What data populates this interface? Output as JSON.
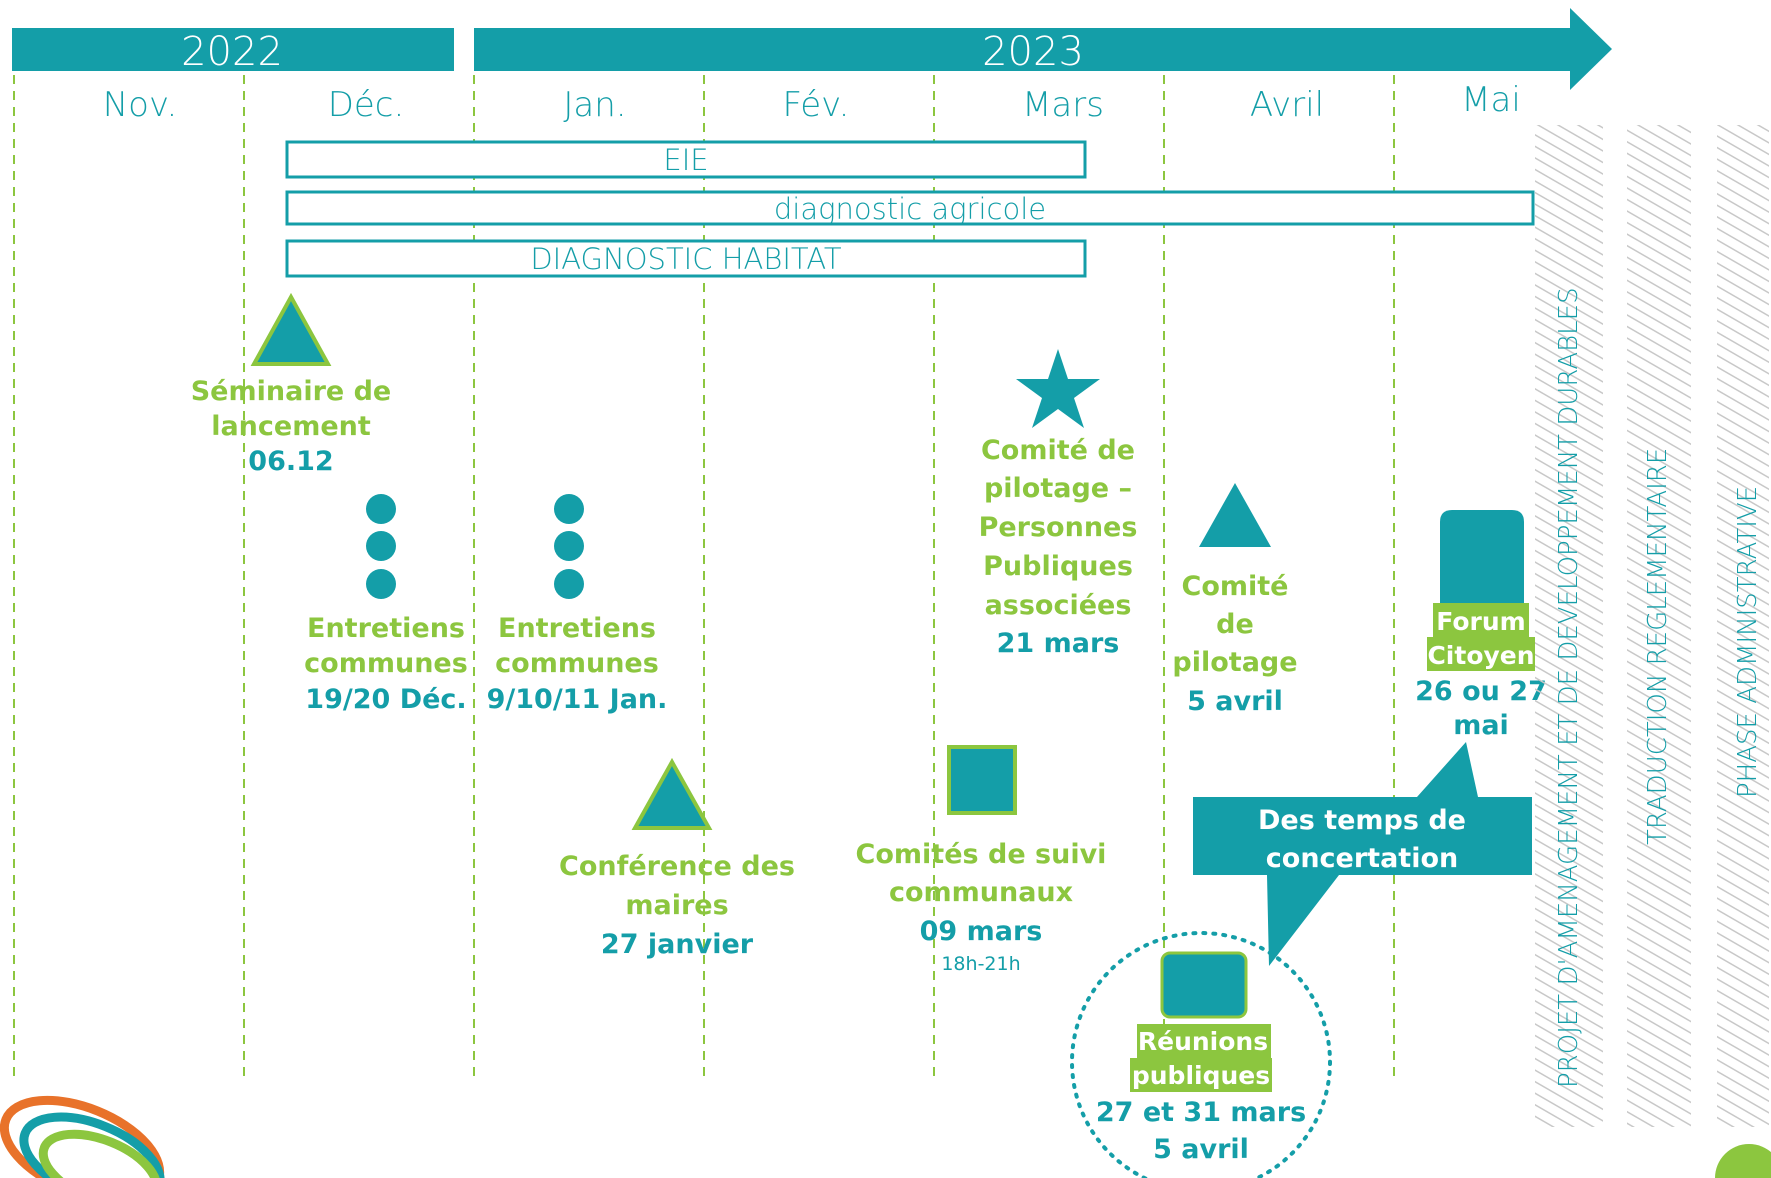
{
  "years": [
    "2022",
    "2023"
  ],
  "months": [
    "Nov.",
    "Déc.",
    "Jan.",
    "Fév.",
    "Mars",
    "Avril",
    "Mai"
  ],
  "tasks": [
    "EIE",
    "diagnostic agricole",
    "DIAGNOSTIC HABITAT"
  ],
  "events": {
    "seminaire": {
      "title1": "Séminaire de",
      "title2": "lancement",
      "date": "06.12"
    },
    "entretiens_dec": {
      "title1": "Entretiens",
      "title2": "communes",
      "date": "19/20 Déc."
    },
    "entretiens_jan": {
      "title1": "Entretiens",
      "title2": "communes",
      "date": "9/10/11 Jan."
    },
    "conference": {
      "title1": "Conférence des",
      "title2": "maires",
      "date": "27 janvier"
    },
    "comites_suivi": {
      "title1": "Comités de suivi",
      "title2": "communaux",
      "date": "09 mars",
      "time": "18h-21h"
    },
    "copil_ppa": {
      "title1": "Comité de",
      "title2": "pilotage –",
      "title3": "Personnes",
      "title4": "Publiques",
      "title5": "associées",
      "date": "21 mars"
    },
    "copil": {
      "title1": "Comité",
      "title2": "de",
      "title3": "pilotage",
      "date": "5 avril"
    },
    "forum": {
      "title1": "Forum",
      "title2": "Citoyen",
      "date1": "26 ou 27",
      "date2": "mai"
    },
    "reunions": {
      "title1": "Réunions",
      "title2": "publiques",
      "date1": "27 et 31 mars",
      "date2": "5 avril"
    }
  },
  "callout": {
    "line1": "Des temps de",
    "line2": "concertation"
  },
  "phases": [
    "PROJET D'AMENAGEMENT ET DE DEVELOPPEMENT DURABLES",
    "TRADUCTION REGLEMENTAIRE",
    "PHASE ADMINISTRATIVE"
  ],
  "colors": {
    "teal": "#149ea8",
    "green": "#8cc63f",
    "orange": "#e8722a",
    "hatch": "#c8c8c8"
  }
}
